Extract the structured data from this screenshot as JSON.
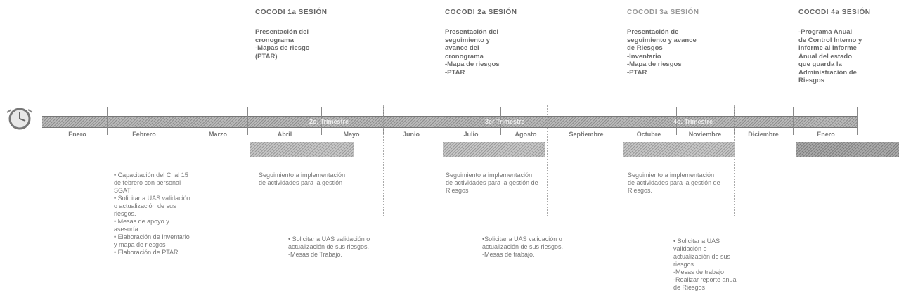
{
  "sessions": [
    {
      "title": "COCODI 1a SESIÓN",
      "body": "Presentación del\ncronograma\n-Mapas de riesgo\n(PTAR)"
    },
    {
      "title": "COCODI 2a SESIÓN",
      "body": "Presentación del\nseguimiento y\navance del\ncronograma\n-Mapa de riesgos\n-PTAR"
    },
    {
      "title": "COCODI 3a SESIÓN",
      "body": "Presentación de\nseguimiento y avance\nde Riesgos\n-Inventario\n-Mapa de riesgos\n-PTAR"
    },
    {
      "title": "COCODI 4a SESIÓN",
      "body": "-Programa Anual\nde Control Interno y\ninforme al Informe\nAnual del estado\nque guarda la\nAdministración de\nRiesgos"
    }
  ],
  "months": [
    "Enero",
    "Febrero",
    "Marzo",
    "Abril",
    "Mayo",
    "Junio",
    "Julio",
    "Agosto",
    "Septiembre",
    "Octubre",
    "Noviembre",
    "Diciembre",
    "Enero"
  ],
  "bar_labels": [
    "2o. Trimestre",
    "3er Trimestre",
    "4o. Trimestre"
  ],
  "left_note": "• Capacitación del CI al 15\nde febrero con personal\nSGAT\n• Solicitar a UAS validación\no actualización de sus\nriesgos.\n• Mesas de apoyo y\nasesoría\n• Elaboración de Inventario\ny mapa de riesgos\n• Elaboración de PTAR.",
  "follow_ups": [
    "Seguimiento a implementación\nde actividades para la gestión",
    "Seguimiento a implementación\nde actividades para la gestión de\nRiesgos",
    "Seguimiento a implementación\nde actividades para la gestión de\nRiesgos."
  ],
  "bottom_notes": [
    "• Solicitar a UAS validación o\nactualización de sus riesgos.\n-Mesas de Trabajo.",
    "•Solicitar a UAS validación o\nactualización de sus riesgos.\n-Mesas de trabajo.",
    "• Solicitar a UAS\nvalidación o\nactualización de sus\nriesgos.\n-Mesas de trabajo\n-Realizar reporte anual\nde Riesgos"
  ]
}
